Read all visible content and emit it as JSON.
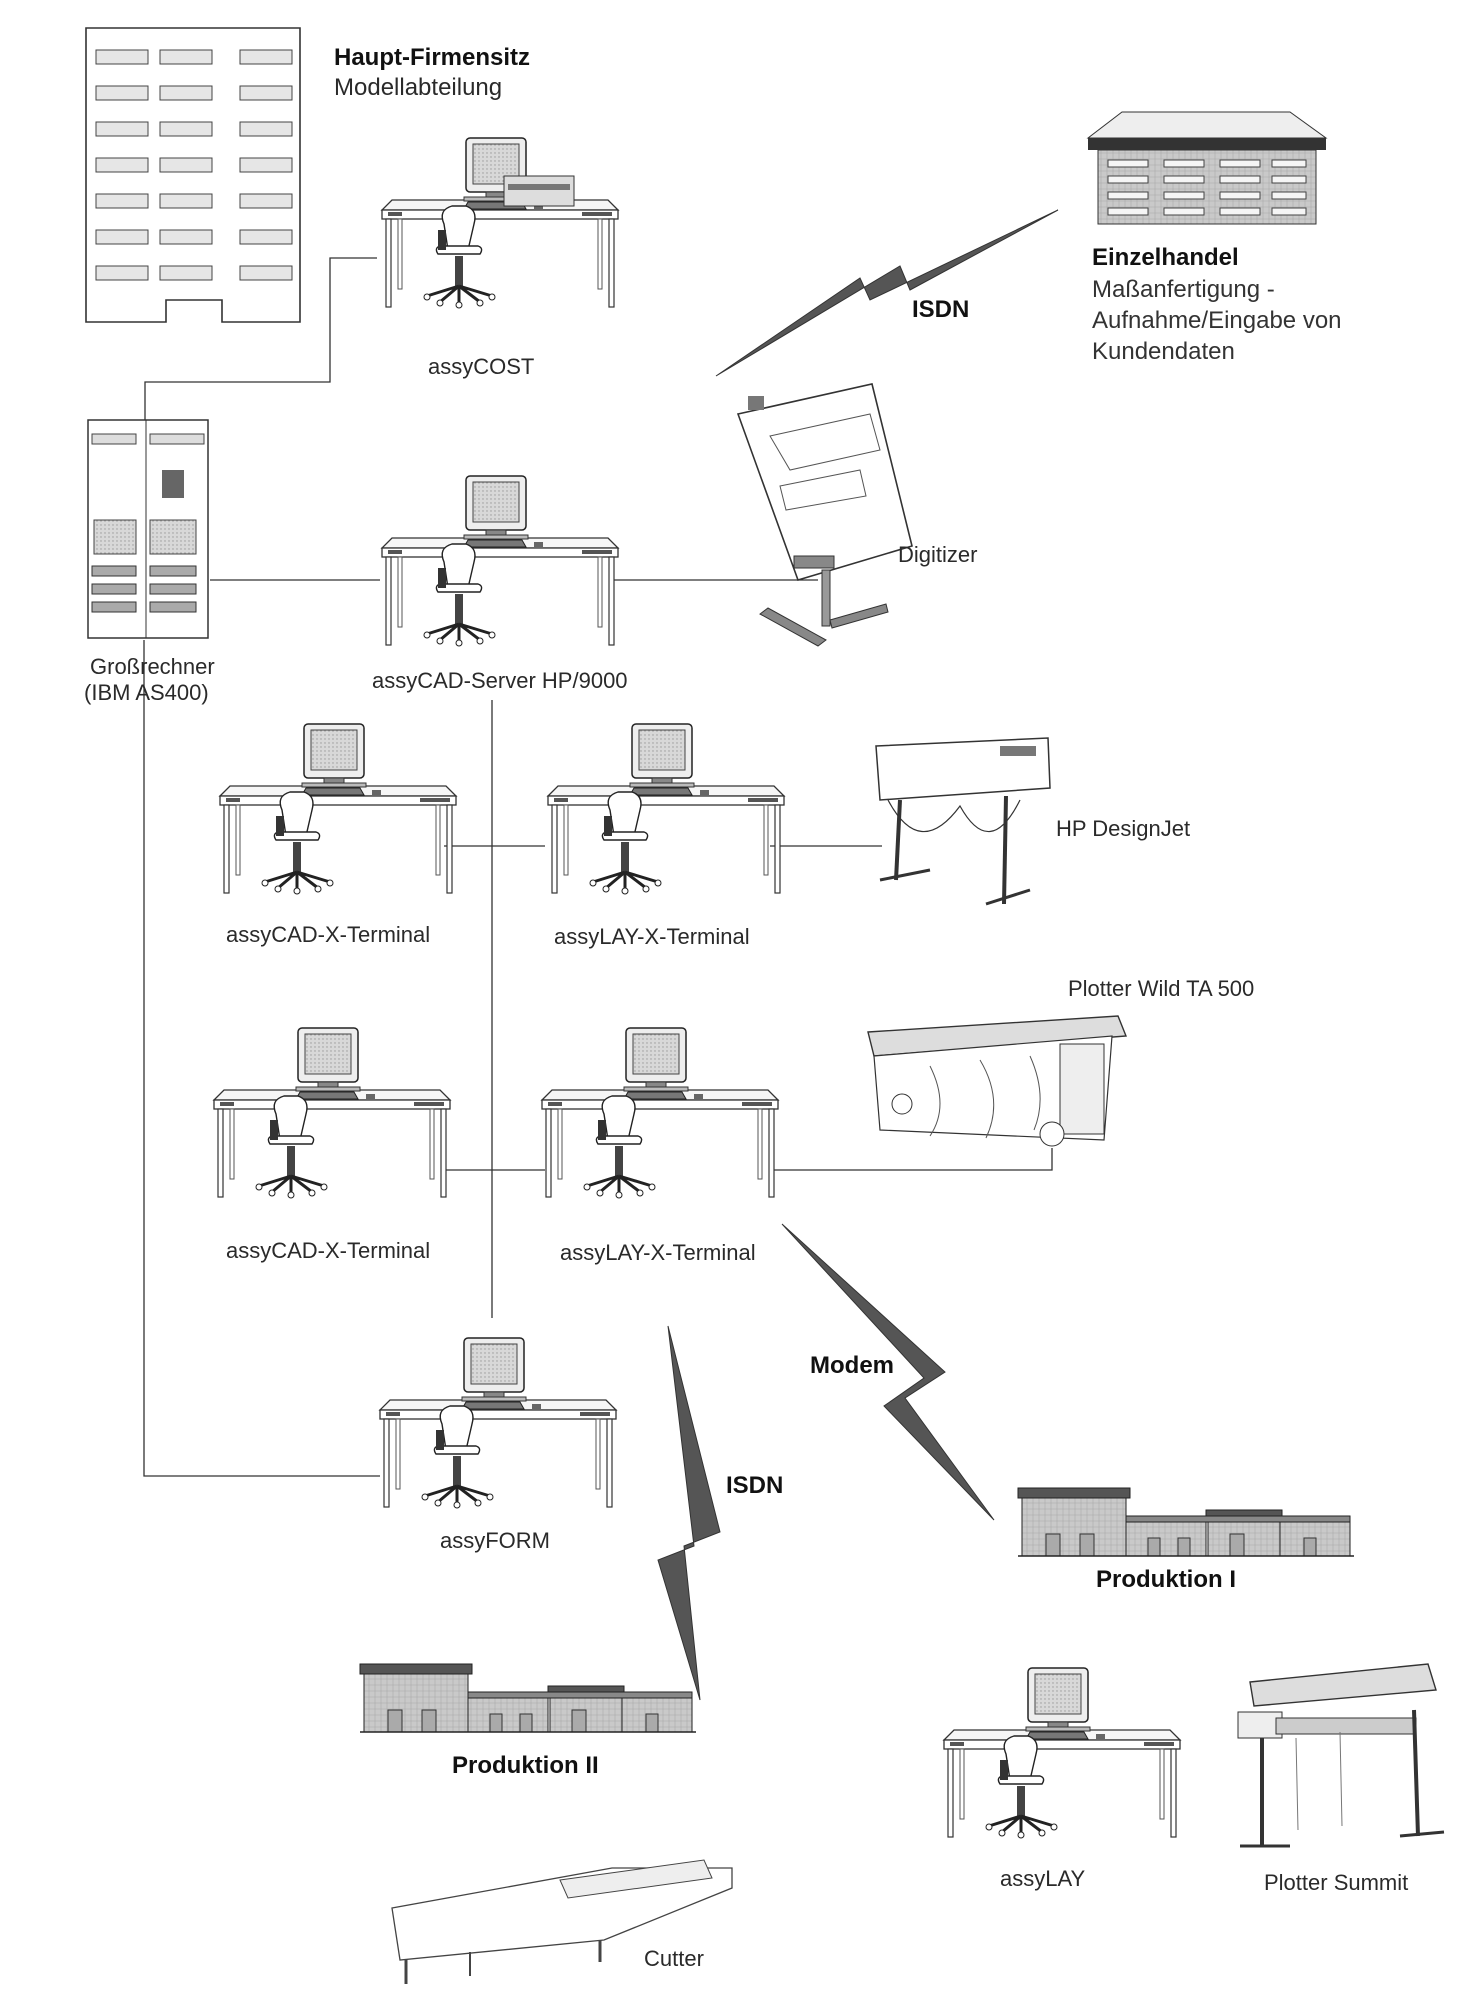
{
  "hq": {
    "title": "Haupt-Firmensitz",
    "subtitle": "Modellabteilung"
  },
  "retail": {
    "title": "Einzelhandel",
    "lines": [
      "Maßanfertigung -",
      "Aufnahme/Eingabe von",
      "Kundendaten"
    ]
  },
  "links": {
    "isdn_top": "ISDN",
    "isdn_bottom": "ISDN",
    "modem": "Modem"
  },
  "stations": {
    "cost": "assyCOST",
    "server": "assyCAD-Server HP/9000",
    "mainframe_1": "Großrechner",
    "mainframe_2": "(IBM AS400)",
    "digitizer": "Digitizer",
    "cad_terminal_1": "assyCAD-X-Terminal",
    "lay_terminal_1": "assyLAY-X-Terminal",
    "designjet": "HP DesignJet",
    "wild": "Plotter Wild TA 500",
    "cad_terminal_2": "assyCAD-X-Terminal",
    "lay_terminal_2": "assyLAY-X-Terminal",
    "form": "assyFORM",
    "prod1": "Produktion  I",
    "prod2": "Produktion  II",
    "lay": "assyLAY",
    "summit": "Plotter Summit",
    "cutter": "Cutter"
  }
}
